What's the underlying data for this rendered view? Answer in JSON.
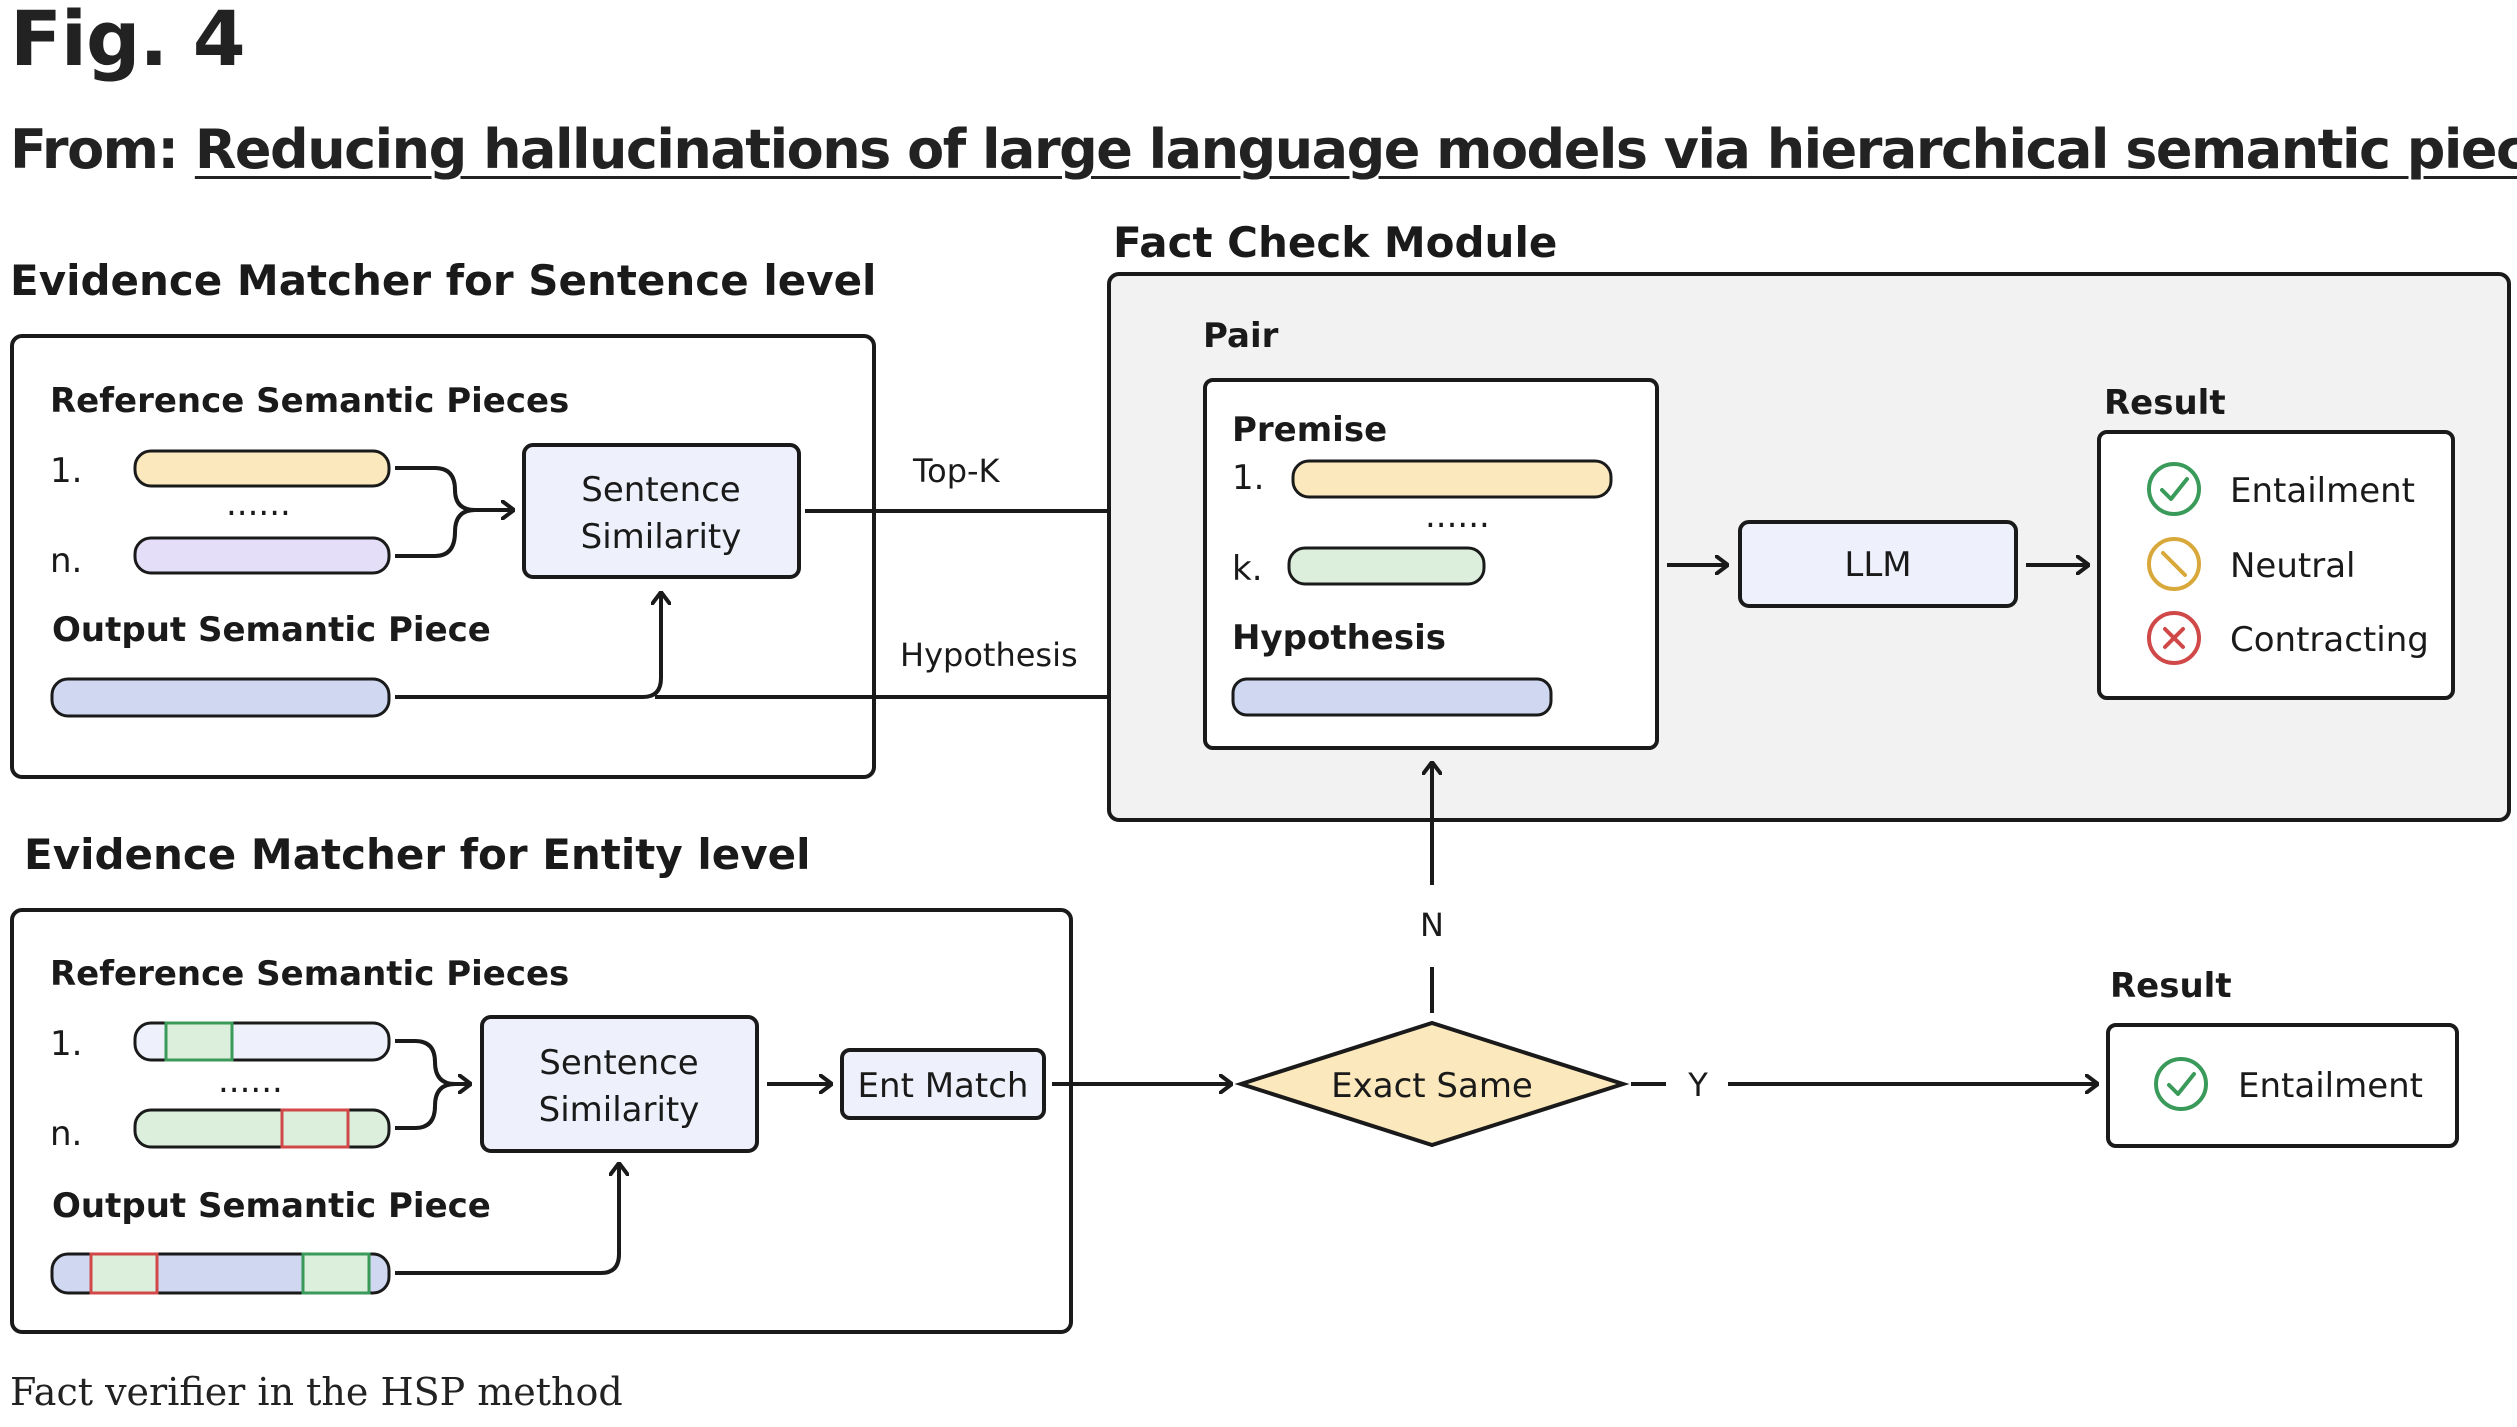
{
  "figure": {
    "label": "Fig. 4",
    "from_prefix": "From:",
    "paper_title": "Reducing hallucinations of large language models via hierarchical semantic piece",
    "caption": "Fact verifier in the HSP method"
  },
  "sentence_matcher": {
    "title": "Evidence Matcher for Sentence level",
    "reference_label": "Reference Semantic Pieces",
    "item_first": "1.",
    "item_last": "n.",
    "ellipsis": "......",
    "similarity_line1": "Sentence",
    "similarity_line2": "Similarity",
    "output_label": "Output Semantic Piece"
  },
  "fact_check": {
    "title": "Fact Check Module",
    "pair_label": "Pair",
    "premise_label": "Premise",
    "item_first": "1.",
    "item_last": "k.",
    "ellipsis": "......",
    "hypothesis_label": "Hypothesis",
    "llm_label": "LLM",
    "result_label": "Result",
    "results": [
      {
        "label": "Entailment",
        "icon": "check-icon",
        "color": "#3a9a5a"
      },
      {
        "label": "Neutral",
        "icon": "slash-icon",
        "color": "#d9a83a"
      },
      {
        "label": "Contracting",
        "icon": "cross-icon",
        "color": "#d04848"
      }
    ]
  },
  "edges": {
    "top_k": "Top-K",
    "hypothesis": "Hypothesis",
    "no": "N",
    "yes": "Y"
  },
  "entity_matcher": {
    "title": "Evidence Matcher for Entity level",
    "reference_label": "Reference Semantic Pieces",
    "item_first": "1.",
    "item_last": "n.",
    "ellipsis": "......",
    "similarity_line1": "Sentence",
    "similarity_line2": "Similarity",
    "ent_match_label": "Ent Match",
    "output_label": "Output Semantic Piece",
    "decision_label": "Exact Same",
    "result_label": "Result",
    "result_value": "Entailment"
  },
  "colors": {
    "yellow_fill": "#fbe9bd",
    "purple_fill": "#e4def8",
    "blue_fill": "#cfd7f1",
    "green_fill": "#dcefdc",
    "box_fill": "#eef1fb",
    "module_fill": "#f2f2f2",
    "green_mark": "#3a9a5a",
    "red_mark": "#d04848",
    "stroke": "#1a1a1a"
  }
}
